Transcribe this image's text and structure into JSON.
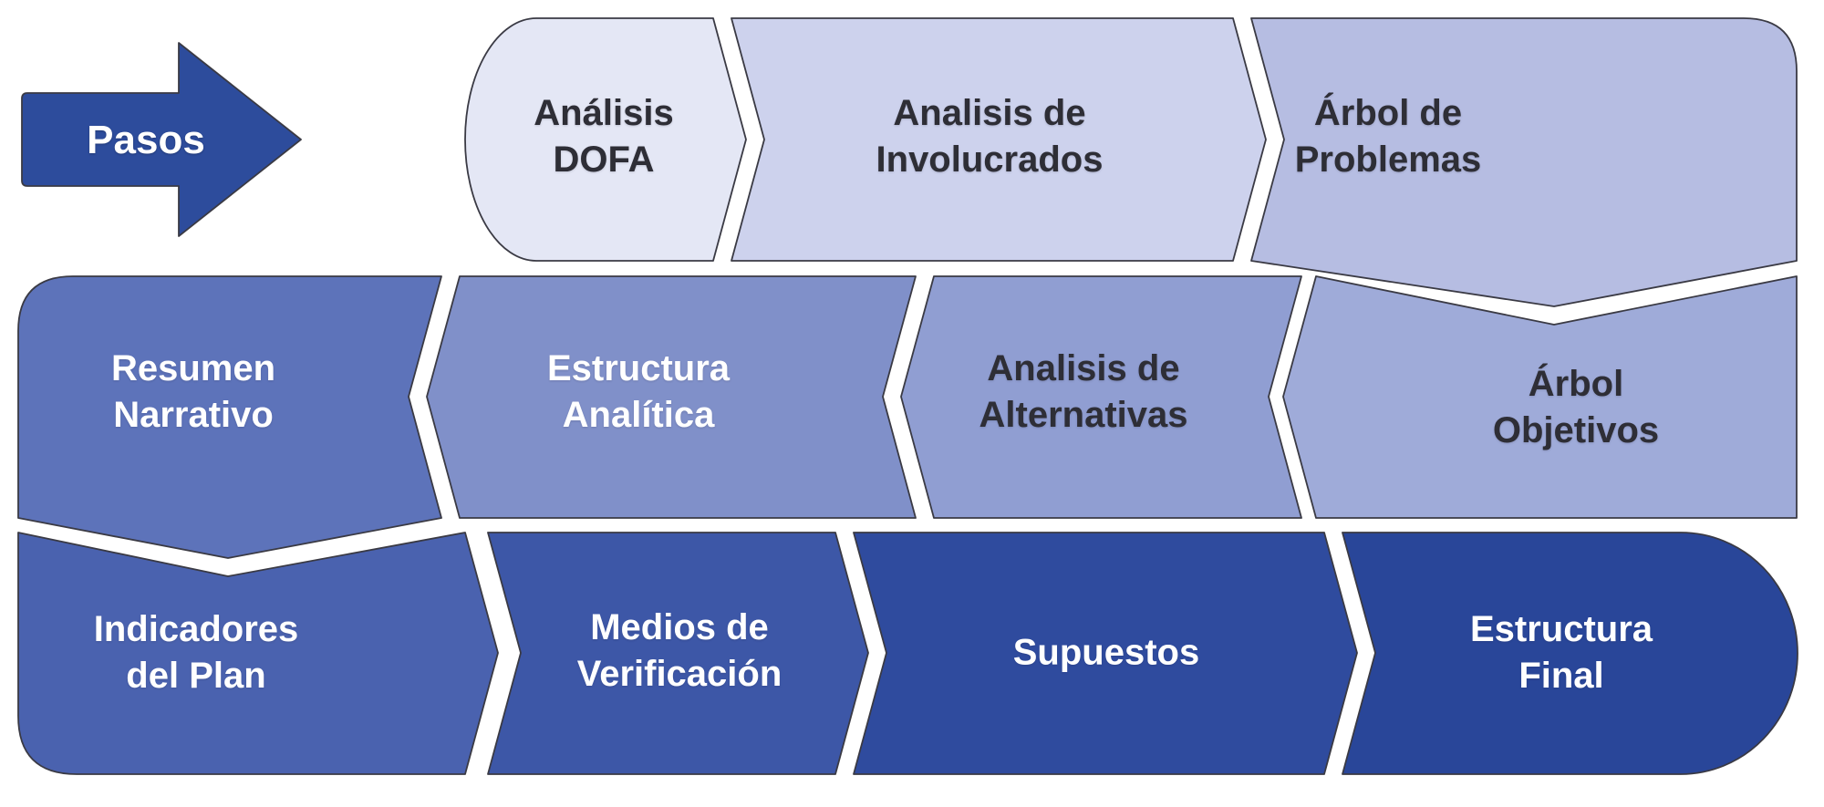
{
  "diagram": {
    "title_arrow": {
      "label": "Pasos",
      "color": "#2d4c9c",
      "text_color": "#ffffff"
    },
    "steps": [
      {
        "id": "analisis-dofa",
        "label": "Análisis\nDOFA",
        "color": "#e4e7f5",
        "text_color": "#2e2e36"
      },
      {
        "id": "analisis-de-involucrados",
        "label": "Analisis de\nInvolucrados",
        "color": "#cdd2ed",
        "text_color": "#2e2e36"
      },
      {
        "id": "arbol-de-problemas",
        "label": "Árbol de\nProblemas",
        "color": "#b6bde2",
        "text_color": "#2e2e36"
      },
      {
        "id": "arbol-objetivos",
        "label": "Árbol\nObjetivos",
        "color": "#9fabd9",
        "text_color": "#2e2e36"
      },
      {
        "id": "analisis-de-alternativas",
        "label": "Analisis de\nAlternativas",
        "color": "#909ed2",
        "text_color": "#2e2e36"
      },
      {
        "id": "estructura-analitica",
        "label": "Estructura\nAnalítica",
        "color": "#8090c9",
        "text_color": "#ffffff"
      },
      {
        "id": "resumen-narrativo",
        "label": "Resumen\nNarrativo",
        "color": "#5d73ba",
        "text_color": "#ffffff"
      },
      {
        "id": "indicadores-del-plan",
        "label": "Indicadores\ndel Plan",
        "color": "#4a62af",
        "text_color": "#ffffff"
      },
      {
        "id": "medios-de-verificacion",
        "label": "Medios de\nVerificación",
        "color": "#3d57a7",
        "text_color": "#ffffff"
      },
      {
        "id": "supuestos",
        "label": "Supuestos",
        "color": "#2f4b9e",
        "text_color": "#ffffff"
      },
      {
        "id": "estructura-final",
        "label": "Estructura\nFinal",
        "color": "#294699",
        "text_color": "#ffffff"
      }
    ]
  }
}
